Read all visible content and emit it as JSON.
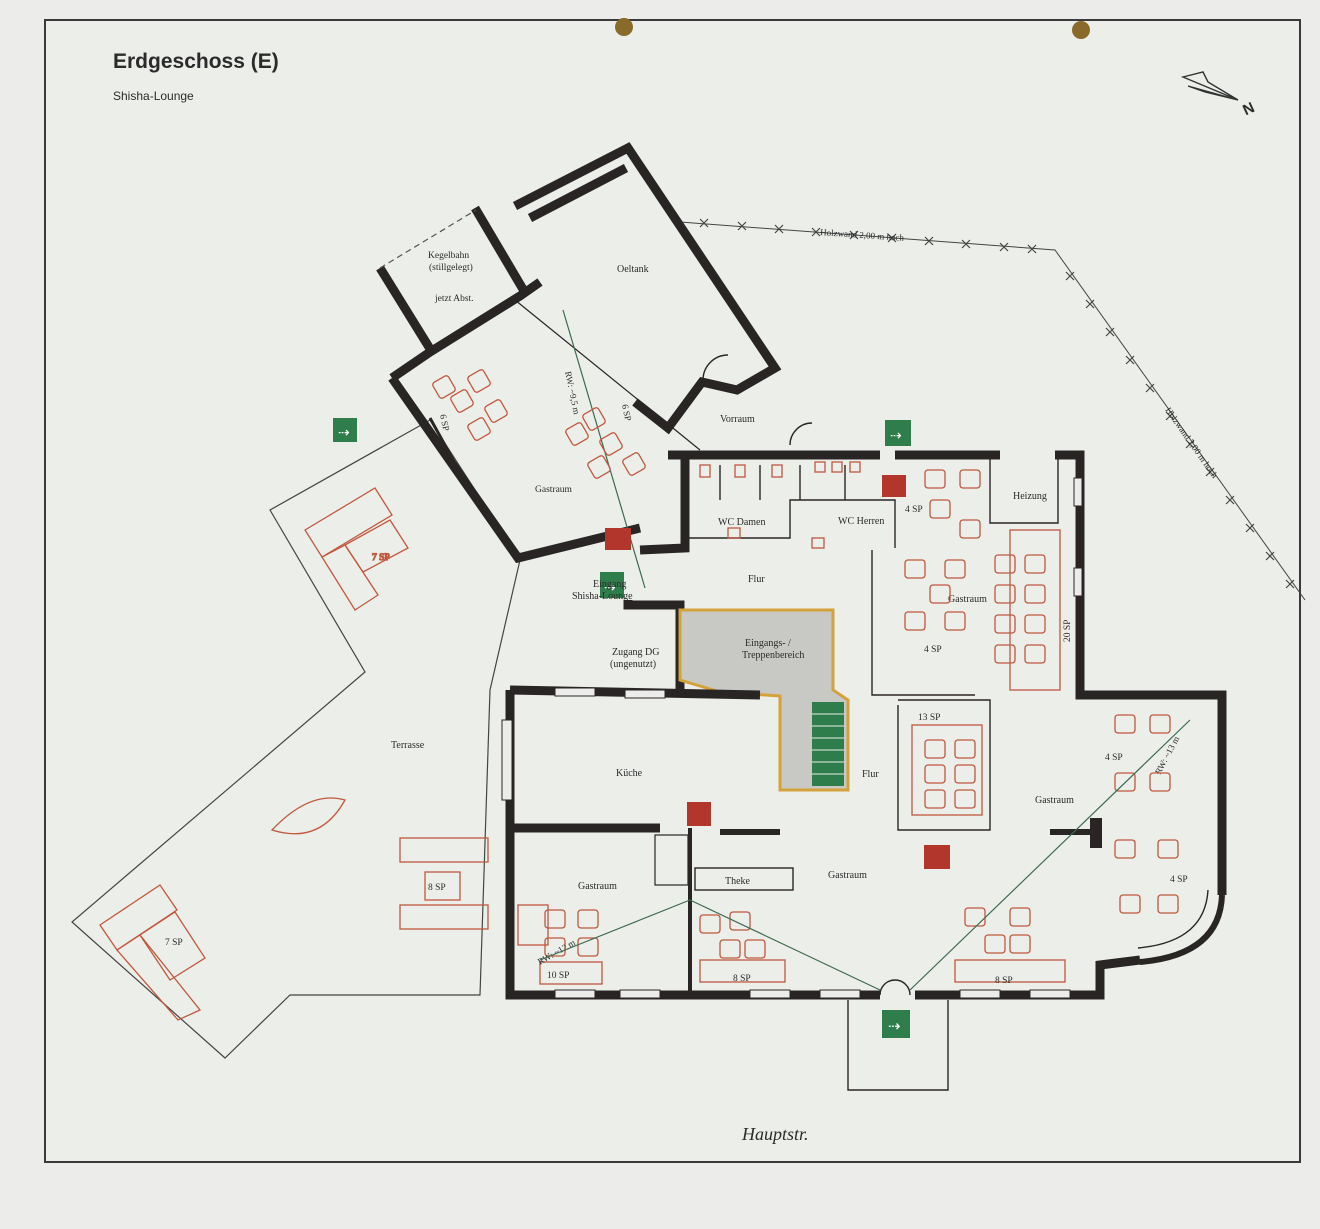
{
  "header": {
    "title": "Erdgeschoss (E)",
    "subtitle": "Shisha-Lounge"
  },
  "north": {
    "label": "N"
  },
  "colors": {
    "wall": "#2a2525",
    "furniture": "#c0583e",
    "exit_sign": "#2e7d4a",
    "extinguisher": "#b3362c",
    "stair_area": "#c8c8c4",
    "stair_outline": "#d4a23a"
  },
  "labels": {
    "kegelbahn": "Kegelbahn",
    "stillgelegt": "(stillgelegt)",
    "jetzt_abst": "jetzt Abst.",
    "oeltank": "Oeltank",
    "vorraum": "Vorraum",
    "holzwand_top": "Holzwand 2,00 m hoch",
    "holzwand_right": "Holzwand 2,00 m hoch",
    "gastraum_lounge": "Gastraum",
    "rw_lounge": "RW: ~9,5 m",
    "sp6_a": "6 SP",
    "sp6_b": "6 SP",
    "wc_damen": "WC Damen",
    "wc_herren": "WC Herren",
    "heizung": "Heizung",
    "sp4_a": "4 SP",
    "gastraum_ne": "Gastraum",
    "sp20": "20 SP",
    "sp4_b": "4 SP",
    "sp7_a": "7 SP",
    "eingang": "Eingang",
    "shisha_lounge": "Shisha-Lounge",
    "flur_a": "Flur",
    "zugang_dg": "Zugang DG",
    "ungenutzt": "(ungenutzt)",
    "eingangs": "Eingangs- /",
    "treppenbereich": "Treppenbereich",
    "terrasse": "Terrasse",
    "kueche": "Küche",
    "flur_b": "Flur",
    "sp13": "13 SP",
    "gastraum_e": "Gastraum",
    "sp4_c": "4 SP",
    "rw_east": "RW: ~13 m",
    "sp4_d": "4 SP",
    "sp8_a": "8 SP",
    "sp7_b": "7 SP",
    "gastraum_sw": "Gastraum",
    "theke": "Theke",
    "gastraum_c": "Gastraum",
    "rw_sw": "RW: ~12 m",
    "sp10": "10 SP",
    "sp8_b": "8 SP",
    "sp8_c": "8 SP",
    "street": "Hauptstr."
  }
}
